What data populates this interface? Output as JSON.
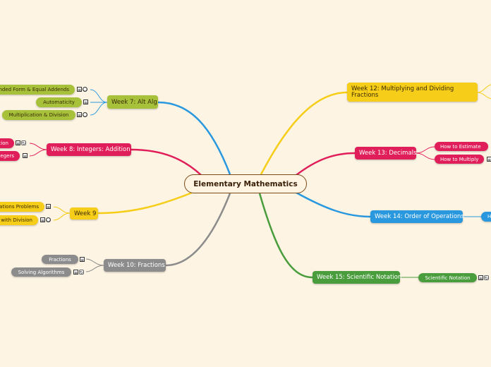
{
  "center": {
    "title": "Elementary Mathematics"
  },
  "colors": {
    "green": "#8ab12f",
    "pink": "#e01e5a",
    "yellow": "#f6cd18",
    "gray": "#8c8c8c",
    "blue": "#2a98de",
    "dark_green": "#4a9d3c"
  },
  "left": {
    "week7": {
      "label": "Week 7: Alt Alg",
      "children": [
        "nded Form & Equal Addends",
        "Automaticity",
        "Multiplication & Division"
      ]
    },
    "week8": {
      "label": "Week 8: Integers: Addition",
      "children": [
        "tion",
        "egers"
      ]
    },
    "week9": {
      "label": "Week 9",
      "children": [
        "ations Problems",
        "with Division"
      ]
    },
    "week10": {
      "label": "Week 10: Fractions",
      "children": [
        "Fractions",
        "Solving Algorithms"
      ]
    }
  },
  "right": {
    "week12": {
      "label": "Week 12: Multiplying and Dividing Fractions"
    },
    "week13": {
      "label": "Week 13: Decimals",
      "children": [
        "How to Estimate",
        "How to Multiply"
      ]
    },
    "week14": {
      "label": "Week 14: Order of Operations",
      "children": [
        "H"
      ]
    },
    "week15": {
      "label": "Week 15: Scientific Notation",
      "children": [
        "Scientific Notation"
      ]
    }
  },
  "icon_names": [
    "note-icon",
    "globe-icon",
    "link-icon"
  ]
}
